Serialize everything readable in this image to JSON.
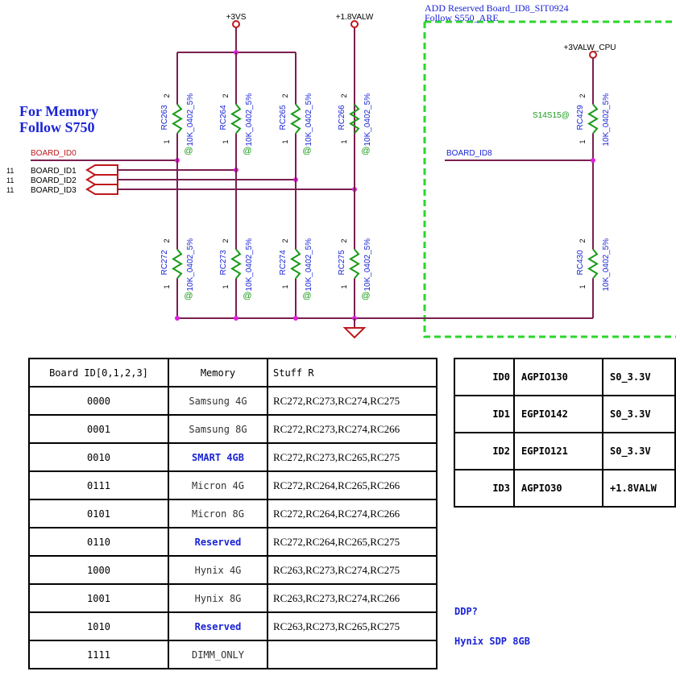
{
  "memory_note": [
    "For Memory",
    "Follow S750"
  ],
  "reserve_note": [
    "ADD Reserved Board_ID8_SIT0924",
    "Follow S550_ARE"
  ],
  "power_rails": {
    "vs": "+3VS",
    "valw": "+1.8VALW",
    "cpu": "+3VALW_CPU"
  },
  "nets": {
    "board_id0": "BOARD_ID0",
    "board_id8": "BOARD_ID8",
    "ports": [
      {
        "sheet": "11",
        "name": "BOARD_ID1"
      },
      {
        "sheet": "11",
        "name": "BOARD_ID2"
      },
      {
        "sheet": "11",
        "name": "BOARD_ID3"
      }
    ]
  },
  "resistor_value": "10K_0402_5%",
  "stuff_mark": "@",
  "pin_high": "2",
  "pin_low": "1",
  "bom_tag": "S14S15@",
  "resistors_top": [
    "RC263",
    "RC264",
    "RC265",
    "RC266"
  ],
  "resistors_bottom": [
    "RC272",
    "RC273",
    "RC274",
    "RC275"
  ],
  "resistors_id8": [
    "RC429",
    "RC430"
  ],
  "memory_table": {
    "headers": [
      "Board ID[0,1,2,3]",
      "Memory",
      "Stuff R"
    ],
    "rows": [
      {
        "id": "0000",
        "memory": "Samsung 4G",
        "stuff": "RC272,RC273,RC274,RC275",
        "highlight": false
      },
      {
        "id": "0001",
        "memory": "Samsung 8G",
        "stuff": "RC272,RC273,RC274,RC266",
        "highlight": false
      },
      {
        "id": "0010",
        "memory": "SMART 4GB",
        "stuff": "RC272,RC273,RC265,RC275",
        "highlight": true
      },
      {
        "id": "0111",
        "memory": "Micron 4G",
        "stuff": "RC272,RC264,RC265,RC266",
        "highlight": false
      },
      {
        "id": "0101",
        "memory": "Micron 8G",
        "stuff": "RC272,RC264,RC274,RC266",
        "highlight": false
      },
      {
        "id": "0110",
        "memory": "Reserved",
        "stuff": "RC272,RC264,RC265,RC275",
        "highlight": true
      },
      {
        "id": "1000",
        "memory": "Hynix 4G",
        "stuff": "RC263,RC273,RC274,RC275",
        "highlight": false
      },
      {
        "id": "1001",
        "memory": "Hynix 8G",
        "stuff": "RC263,RC273,RC274,RC266",
        "highlight": false
      },
      {
        "id": "1010",
        "memory": "Reserved",
        "stuff": "RC263,RC273,RC265,RC275",
        "highlight": true
      },
      {
        "id": "1111",
        "memory": "DIMM_ONLY",
        "stuff": "",
        "highlight": false
      }
    ]
  },
  "gpio_table": [
    {
      "id": "ID0",
      "gpio": "AGPIO130",
      "rail": "S0_3.3V"
    },
    {
      "id": "ID1",
      "gpio": "EGPIO142",
      "rail": "S0_3.3V"
    },
    {
      "id": "ID2",
      "gpio": "EGPIO121",
      "rail": "S0_3.3V"
    },
    {
      "id": "ID3",
      "gpio": "AGPIO30",
      "rail": "+1.8VALW"
    }
  ],
  "side_notes": {
    "ddp": "DDP?",
    "hynix": "Hynix SDP 8GB"
  },
  "colors": {
    "wire": "#7a1f4f",
    "net_label": "#c0171b",
    "resistor": "#1a9a1a",
    "junction": "#e020e0",
    "blue_text": "#1a24d6",
    "dashed_box": "#2bd62b"
  }
}
